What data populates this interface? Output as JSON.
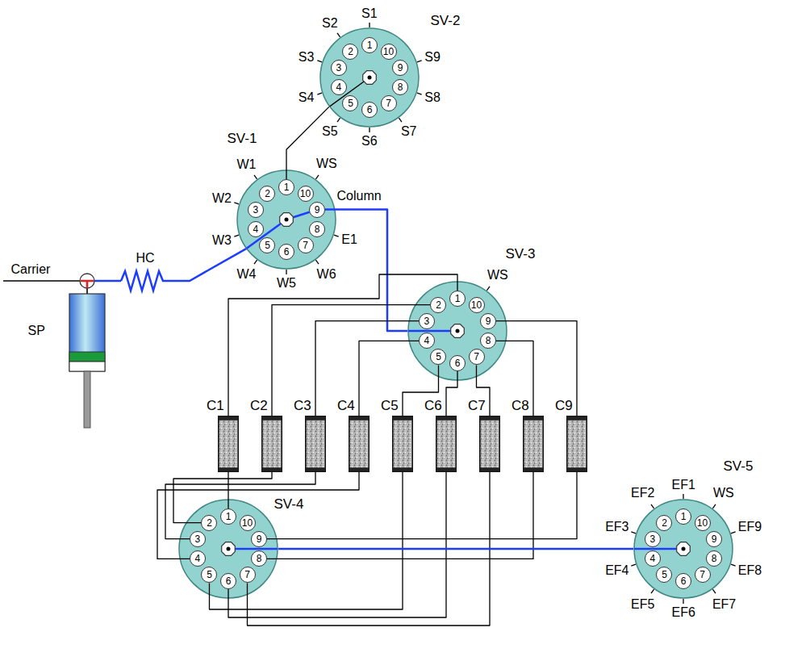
{
  "diagram": {
    "nodes": [
      {
        "text": [
          "SV-2"
        ]
      },
      {
        "text": [
          "1"
        ],
        "in": 0
      },
      {
        "text": [
          "2"
        ],
        "in": 0
      },
      {
        "text": [
          "3"
        ],
        "in": 0
      },
      {
        "text": [
          "4"
        ],
        "in": 0
      },
      {
        "text": [
          "5"
        ],
        "in": 0
      },
      {
        "text": [
          "6"
        ],
        "in": 0
      },
      {
        "text": [
          "7"
        ],
        "in": 0
      },
      {
        "text": [
          "8"
        ],
        "in": 0
      },
      {
        "text": [
          "9"
        ],
        "in": 0
      },
      {
        "text": [
          "10"
        ],
        "in": 0
      },
      {
        "text": [
          "SV-1"
        ]
      },
      {
        "text": [
          "1"
        ],
        "in": 11
      },
      {
        "text": [
          "2"
        ],
        "in": 11
      },
      {
        "text": [
          "3"
        ],
        "in": 11
      },
      {
        "text": [
          "4"
        ],
        "in": 11
      },
      {
        "text": [
          "5"
        ],
        "in": 11
      },
      {
        "text": [
          "6"
        ],
        "in": 11
      },
      {
        "text": [
          "7"
        ],
        "in": 11
      },
      {
        "text": [
          "8"
        ],
        "in": 11
      },
      {
        "text": [
          "9"
        ],
        "in": 11
      },
      {
        "text": [
          "10"
        ],
        "in": 11
      },
      {
        "text": [
          "SV-3"
        ]
      },
      {
        "text": [
          "1"
        ],
        "in": 22
      },
      {
        "text": [
          "2"
        ],
        "in": 22
      },
      {
        "text": [
          "3"
        ],
        "in": 22
      },
      {
        "text": [
          "4"
        ],
        "in": 22
      },
      {
        "text": [
          "5"
        ],
        "in": 22
      },
      {
        "text": [
          "6"
        ],
        "in": 22
      },
      {
        "text": [
          "7"
        ],
        "in": 22
      },
      {
        "text": [
          "8"
        ],
        "in": 22
      },
      {
        "text": [
          "9"
        ],
        "in": 22
      },
      {
        "text": [
          "10"
        ],
        "in": 22
      },
      {
        "text": [
          "SV-4"
        ]
      },
      {
        "text": [
          "1"
        ],
        "in": 33
      },
      {
        "text": [
          "2"
        ],
        "in": 33
      },
      {
        "text": [
          "3"
        ],
        "in": 33
      },
      {
        "text": [
          "4"
        ],
        "in": 33
      },
      {
        "text": [
          "5"
        ],
        "in": 33
      },
      {
        "text": [
          "6"
        ],
        "in": 33
      },
      {
        "text": [
          "7"
        ],
        "in": 33
      },
      {
        "text": [
          "8"
        ],
        "in": 33
      },
      {
        "text": [
          "9"
        ],
        "in": 33
      },
      {
        "text": [
          "10"
        ],
        "in": 33
      },
      {
        "text": [
          "SV-5"
        ]
      },
      {
        "text": [
          "1"
        ],
        "in": 44
      },
      {
        "text": [
          "2"
        ],
        "in": 44
      },
      {
        "text": [
          "3"
        ],
        "in": 44
      },
      {
        "text": [
          "4"
        ],
        "in": 44
      },
      {
        "text": [
          "5"
        ],
        "in": 44
      },
      {
        "text": [
          "6"
        ],
        "in": 44
      },
      {
        "text": [
          "7"
        ],
        "in": 44
      },
      {
        "text": [
          "8"
        ],
        "in": 44
      },
      {
        "text": [
          "9"
        ],
        "in": 44
      },
      {
        "text": [
          "10"
        ],
        "in": 44
      },
      {
        "text": [
          "C1"
        ]
      },
      {
        "text": [
          "C2"
        ]
      },
      {
        "text": [
          "C3"
        ]
      },
      {
        "text": [
          "C4"
        ]
      },
      {
        "text": [
          "C5"
        ]
      },
      {
        "text": [
          "C6"
        ]
      },
      {
        "text": [
          "C7"
        ]
      },
      {
        "text": [
          "C8"
        ]
      },
      {
        "text": [
          "C9"
        ]
      }
    ],
    "edges": [
      {
        "from": 0,
        "to": 12,
        "arrow": "none"
      },
      {
        "from": 20,
        "to": 22,
        "arrow": "none"
      },
      {
        "from": 23,
        "to": 55,
        "arrow": "none"
      },
      {
        "from": 24,
        "to": 56,
        "arrow": "none"
      },
      {
        "from": 25,
        "to": 57,
        "arrow": "none"
      },
      {
        "from": 26,
        "to": 58,
        "arrow": "none"
      },
      {
        "from": 27,
        "to": 59,
        "arrow": "none"
      },
      {
        "from": 28,
        "to": 60,
        "arrow": "none"
      },
      {
        "from": 29,
        "to": 61,
        "arrow": "none"
      },
      {
        "from": 30,
        "to": 62,
        "arrow": "none"
      },
      {
        "from": 31,
        "to": 63,
        "arrow": "none"
      },
      {
        "from": 55,
        "to": 34,
        "arrow": "none"
      },
      {
        "from": 56,
        "to": 35,
        "arrow": "none"
      },
      {
        "from": 57,
        "to": 36,
        "arrow": "none"
      },
      {
        "from": 58,
        "to": 37,
        "arrow": "none"
      },
      {
        "from": 59,
        "to": 38,
        "arrow": "none"
      },
      {
        "from": 60,
        "to": 39,
        "arrow": "none"
      },
      {
        "from": 61,
        "to": 40,
        "arrow": "none"
      },
      {
        "from": 62,
        "to": 41,
        "arrow": "none"
      },
      {
        "from": 63,
        "to": 42,
        "arrow": "none"
      },
      {
        "from": 33,
        "to": 44,
        "arrow": "none"
      }
    ],
    "labels": [
      "S1",
      "S2",
      "S3",
      "S4",
      "S5",
      "S6",
      "S7",
      "S8",
      "S9",
      "W1",
      "W2",
      "W3",
      "W4",
      "W5",
      "W6",
      "WS",
      "Column",
      "E1",
      "WS",
      "EF1",
      "EF2",
      "EF3",
      "EF4",
      "EF5",
      "EF6",
      "EF7",
      "EF8",
      "EF9",
      "WS",
      "Carrier",
      "HC",
      "SP"
    ]
  }
}
